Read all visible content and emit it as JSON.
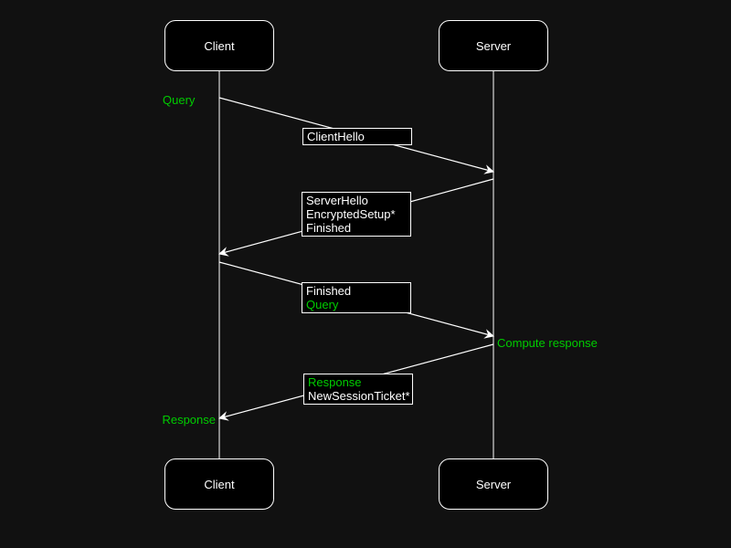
{
  "colors": {
    "bg": "#111111",
    "box": "#000000",
    "stroke": "#ffffff",
    "text": "#ffffff",
    "green": "#00cc00"
  },
  "actors": {
    "top": {
      "client": "Client",
      "server": "Server"
    },
    "bottom": {
      "client": "Client",
      "server": "Server"
    }
  },
  "messages": [
    {
      "direction": "client-to-server",
      "lines": [
        {
          "text": "ClientHello",
          "color": "white"
        }
      ]
    },
    {
      "direction": "server-to-client",
      "lines": [
        {
          "text": "ServerHello",
          "color": "white"
        },
        {
          "text": "EncryptedSetup*",
          "color": "white"
        },
        {
          "text": "Finished",
          "color": "white"
        }
      ]
    },
    {
      "direction": "client-to-server",
      "lines": [
        {
          "text": "Finished",
          "color": "white"
        },
        {
          "text": "Query",
          "color": "green"
        }
      ]
    },
    {
      "direction": "server-to-client",
      "lines": [
        {
          "text": "Response",
          "color": "green"
        },
        {
          "text": "NewSessionTicket*",
          "color": "white"
        }
      ]
    }
  ],
  "annotations": {
    "query": "Query",
    "compute_response": "Compute response",
    "response": "Response"
  }
}
